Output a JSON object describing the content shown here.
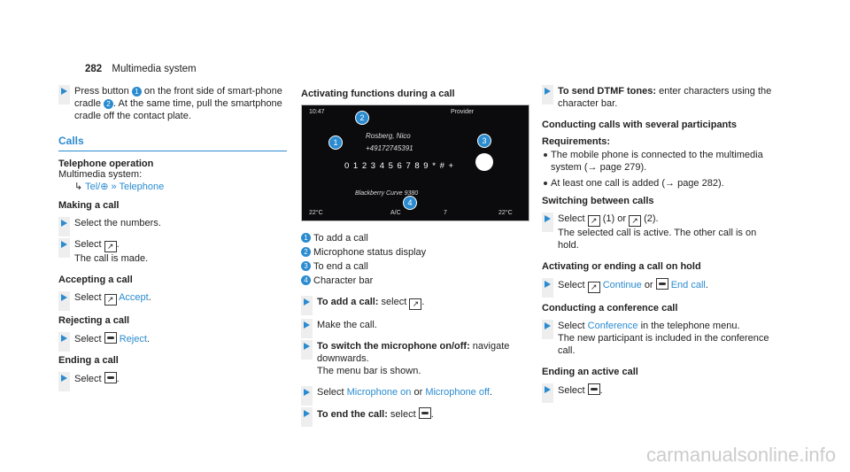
{
  "header": {
    "page_number": "282",
    "section": "Multimedia system"
  },
  "col1": {
    "intro_step": "Press button",
    "intro_step_rest1": "on the front side of smart-phone cradle",
    "intro_step_rest2": ". At the same time, pull the smartphone cradle off the contact plate.",
    "calls_title": "Calls",
    "tel_op_heading": "Telephone operation",
    "multimedia_line": "Multimedia system:",
    "path_tel": "Tel/",
    "path_telephone": "Telephone",
    "making_heading": "Making a call",
    "making_step1": "Select the numbers.",
    "making_step2": "Select",
    "making_step2_b": "The call is made.",
    "accepting_heading": "Accepting a call",
    "accept_select": "Select",
    "accept_label": "Accept",
    "rejecting_heading": "Rejecting a call",
    "reject_select": "Select",
    "reject_label": "Reject",
    "ending_heading": "Ending a call",
    "end_select": "Select"
  },
  "col2": {
    "heading": "Activating functions during a call",
    "screen": {
      "time": "10:47",
      "provider": "Provider",
      "name": "Rosberg, Nico",
      "phone": "+49172745391",
      "numrow": "0 1 2 3 4 5 6 7 8 9 * # +",
      "device": "Blackberry Curve 9380",
      "temp_left": "22°C",
      "temp_right": "22°C",
      "ac": "A/C",
      "fan": "7",
      "c1": "1",
      "c2": "2",
      "c3": "3",
      "c4": "4"
    },
    "legend": [
      {
        "n": "1",
        "text": "To add a call"
      },
      {
        "n": "2",
        "text": "Microphone status display"
      },
      {
        "n": "3",
        "text": "To end a call"
      },
      {
        "n": "4",
        "text": "Character bar"
      }
    ],
    "add_call_bold": "To add a call:",
    "add_call_rest": "select",
    "make_call": "Make the call.",
    "switch_mic_bold": "To switch the microphone on/off:",
    "switch_mic_rest": "navigate downwards.",
    "menu_shown": "The menu bar is shown.",
    "select_word": "Select",
    "mic_on": "Microphone on",
    "or_word": "or",
    "mic_off": "Microphone off",
    "end_call_bold": "To end the call:",
    "end_call_rest": "select"
  },
  "col3": {
    "dtmf_bold": "To send DTMF tones:",
    "dtmf_rest": "enter characters using the character bar.",
    "conducting_heading": "Conducting calls with several participants",
    "requirements": "Requirements:",
    "req1": "The mobile phone is connected to the multimedia system (→ page 279).",
    "req2": "At least one call is added (→ page 282).",
    "switching_heading": "Switching between calls",
    "sw_select": "Select",
    "sw_mid": "(1) or",
    "sw_end": "(2).",
    "sw_desc": "The selected call is active. The other call is on hold.",
    "act_heading": "Activating or ending a call on hold",
    "act_select": "Select",
    "continue": "Continue",
    "or_word": "or",
    "end_call": "End call",
    "conf_heading": "Conducting a conference call",
    "conf_select": "Select",
    "conference": "Conference",
    "conf_rest": "in the telephone menu.",
    "conf_desc": "The new participant is included in the conference call.",
    "ending_active": "Ending an active call",
    "ea_select": "Select"
  },
  "watermark": "carmanualsonline.info",
  "colors": {
    "accent": "#2a8bd0"
  }
}
